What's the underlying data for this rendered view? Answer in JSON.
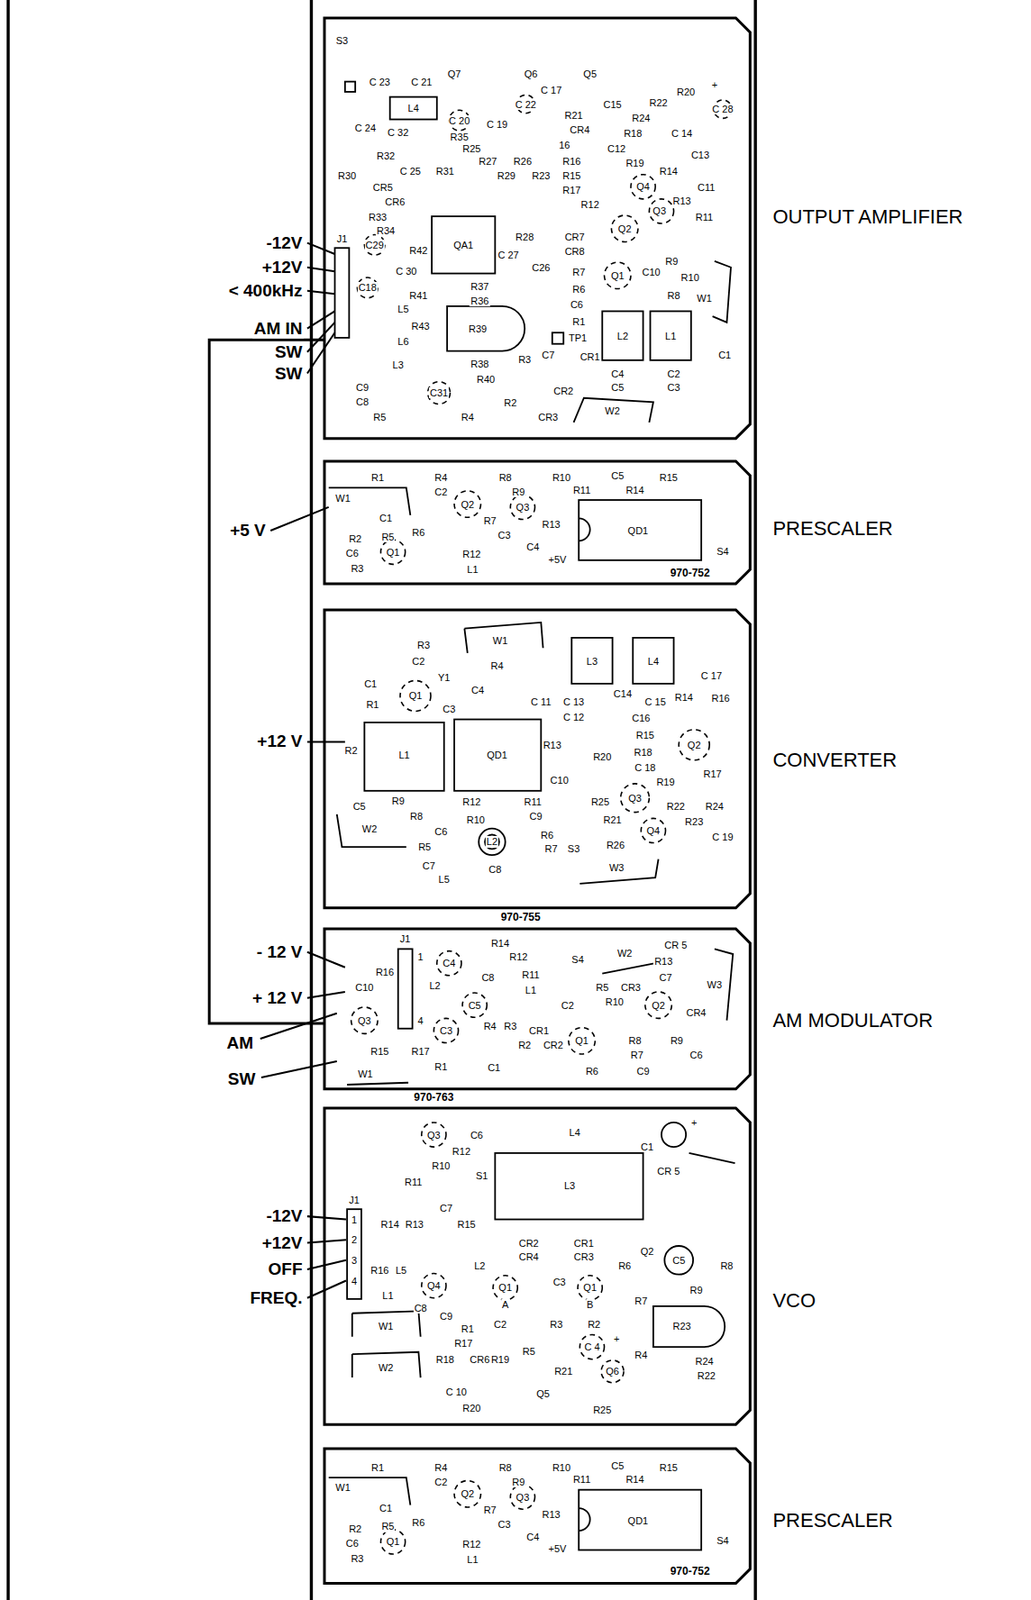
{
  "diagram": {
    "nodes": [
      {
        "text": [
          "OUTPUT AMPLIFIER"
        ]
      },
      {
        "text": [
          "PRESCALER",
          "970-752"
        ]
      },
      {
        "text": [
          "CONVERTER",
          "970-755"
        ]
      },
      {
        "text": [
          "AM MODULATOR",
          "970-763"
        ]
      },
      {
        "text": [
          "VCO"
        ]
      },
      {
        "text": [
          "PRESCALER",
          "970-752"
        ]
      }
    ],
    "edges": [
      {
        "from": 0,
        "to": 3,
        "arrow": "none"
      }
    ],
    "labels": [
      "-12V",
      "+12V",
      "< 400kHz",
      "AM IN",
      "SW",
      "SW",
      "+5 V",
      "+12 V",
      "- 12 V",
      "+ 12 V",
      "AM",
      "SW",
      "-12V",
      "+12V",
      "OFF",
      "FREQ.",
      "S3",
      "C 23",
      "C 21",
      "Q7",
      "Q6",
      "Q5",
      "R20",
      "+",
      "C 28",
      "L4",
      "C 24",
      "C 32",
      "C 20",
      "C 19",
      "C 22",
      "C 17",
      "R21",
      "CR4",
      "16",
      "C15",
      "R22",
      "R24",
      "R18",
      "C12",
      "R19",
      "C 14",
      "C13",
      "C11",
      "R14",
      "R13",
      "R11",
      "Q4",
      "Q3",
      "Q2",
      "Q1",
      "R12",
      "R16",
      "R15",
      "R17",
      "R23",
      "R26",
      "R29",
      "R27",
      "R25",
      "R35",
      "R31",
      "R32",
      "C 25",
      "CR5",
      "CR6",
      "R30",
      "R33",
      "R34",
      "C29",
      "R42",
      "QA1",
      "C 27",
      "R28",
      "C26",
      "CR7",
      "CR8",
      "C 30",
      "C18",
      "R37",
      "R36",
      "R41",
      "R7",
      "R6",
      "C6",
      "R1",
      "C10",
      "R9",
      "R10",
      "R8",
      "W1",
      "L5",
      "R43",
      "L6",
      "R39",
      "L3",
      "R38",
      "R40",
      "C9",
      "C8",
      "C31",
      "R5",
      "R4",
      "R2",
      "CR3",
      "R3",
      "C7",
      "TP1",
      "CR1",
      "CR2",
      "L2",
      "L1",
      "C4",
      "C5",
      "C2",
      "C3",
      "C1",
      "W2",
      "J1",
      "R1",
      "R4",
      "R8",
      "R10",
      "C5",
      "R15",
      "C2",
      "R9",
      "R11",
      "R14",
      "W1",
      "C1",
      "Q2",
      "R7",
      "Q3",
      "R13",
      "R2",
      "R5",
      "R6",
      "C3",
      "C4",
      "+5V",
      "C6",
      "Q1",
      "R12",
      "R3",
      "L1",
      "QD1",
      "S4",
      "R3",
      "C2",
      "W1",
      "R4",
      "L3",
      "L4",
      "C 17",
      "C1",
      "Q1",
      "Y1",
      "C4",
      "C 11",
      "C 13",
      "C 12",
      "C14",
      "C 15",
      "R14",
      "R16",
      "C16",
      "R1",
      "C3",
      "R2",
      "L1",
      "QD1",
      "R13",
      "R20",
      "R15",
      "Q2",
      "R17",
      "R18",
      "C 18",
      "R19",
      "C10",
      "R11",
      "C9",
      "R9",
      "R8",
      "R12",
      "Q3",
      "R25",
      "R21",
      "R22",
      "R23",
      "R24",
      "C 19",
      "Q4",
      "C5",
      "W2",
      "C6",
      "R10",
      "L2",
      "R5",
      "C7",
      "R6",
      "R7",
      "S3",
      "R26",
      "W3",
      "C8",
      "L5",
      "R14",
      "R12",
      "S4",
      "W2",
      "CR 5",
      "R13",
      "W3",
      "C10",
      "R16",
      "J1",
      "L2",
      "C4",
      "C8",
      "R11",
      "L1",
      "C2",
      "R5",
      "R10",
      "CR3",
      "C7",
      "Q2",
      "CR4",
      "Q3",
      "C5",
      "C3",
      "R4",
      "R3",
      "CR1",
      "CR2",
      "R2",
      "Q1",
      "R8",
      "R7",
      "R9",
      "C6",
      "R15",
      "R17",
      "4",
      "1",
      "W1",
      "R1",
      "C1",
      "R6",
      "C9",
      "Q3",
      "C6",
      "L4",
      "C1",
      "+",
      "CR 5",
      "R12",
      "R10",
      "S1",
      "R11",
      "L3",
      "J1",
      "1",
      "2",
      "3",
      "4",
      "R14",
      "R13",
      "C7",
      "R15",
      "R16",
      "L5",
      "Q4",
      "C8",
      "L2",
      "CR2",
      "CR4",
      "CR1",
      "CR3",
      "C3",
      "R6",
      "Q2",
      "C5",
      "R8",
      "Q1",
      "A",
      "Q1",
      "B",
      "R7",
      "R9",
      "R23",
      "C9",
      "R1",
      "C2",
      "R3",
      "R2",
      "C 4",
      "+",
      "R18",
      "R17",
      "CR6",
      "R19",
      "R5",
      "R4",
      "R24",
      "R22",
      "R21",
      "Q6",
      "C 10",
      "R20",
      "Q5",
      "R25",
      "L1",
      "W1",
      "W2",
      "R1",
      "R4",
      "R8",
      "R10",
      "C5",
      "R15",
      "C2",
      "R9",
      "R11",
      "R14",
      "W1",
      "C1",
      "Q2",
      "R7",
      "Q3",
      "R13",
      "R2",
      "R5",
      "R6",
      "C3",
      "C4",
      "+5V",
      "C6",
      "Q1",
      "R12",
      "R3",
      "L1",
      "QD1",
      "S4"
    ]
  }
}
